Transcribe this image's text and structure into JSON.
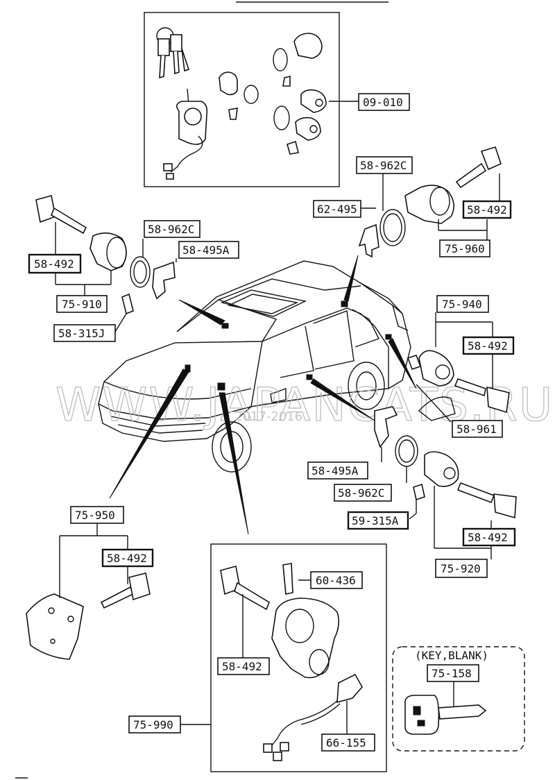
{
  "diagram": {
    "watermark": "WWW.JAPANCATS.RU",
    "watermark_small": "2017-2016",
    "key_blank_caption": "(KEY,BLANK)",
    "labels": {
      "l_09_010": "09-010",
      "l_58_962c_top": "58-962C",
      "l_62_495": "62-495",
      "l_58_492_tr": "58-492",
      "l_75_960": "75-960",
      "l_58_962c_left": "58-962C",
      "l_58_495a_top": "58-495A",
      "l_58_492_left": "58-492",
      "l_75_910": "75-910",
      "l_58_315j": "58-315J",
      "l_75_940": "75-940",
      "l_58_492_r": "58-492",
      "l_58_961": "58-961",
      "l_58_495a_mid": "58-495A",
      "l_58_962c_mid": "58-962C",
      "l_59_315a": "59-315A",
      "l_58_492_br": "58-492",
      "l_75_920": "75-920",
      "l_75_950": "75-950",
      "l_58_492_bl": "58-492",
      "l_60_436": "60-436",
      "l_58_492_ign": "58-492",
      "l_75_990": "75-990",
      "l_66_155": "66-155",
      "l_75_158": "75-158"
    }
  }
}
